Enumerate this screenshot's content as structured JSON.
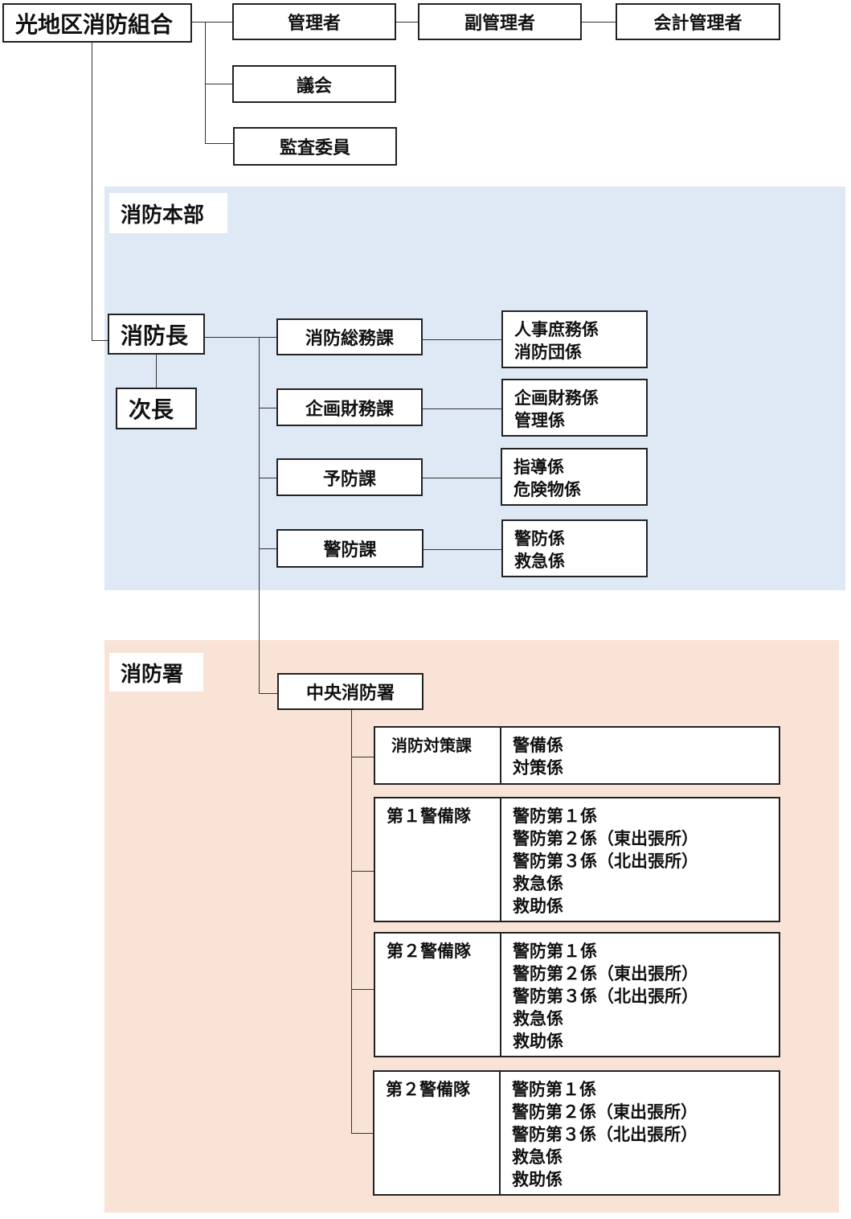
{
  "top": {
    "union": "光地区消防組合",
    "manager": "管理者",
    "vice_manager": "副管理者",
    "accountant": "会計管理者",
    "assembly": "議会",
    "auditor": "監査委員"
  },
  "hq": {
    "label": "消防本部",
    "chief": "消防長",
    "deputy": "次長",
    "divisions": [
      {
        "name": "消防総務課",
        "sections": [
          "人事庶務係",
          "消防団係"
        ]
      },
      {
        "name": "企画財務課",
        "sections": [
          "企画財務係",
          "管理係"
        ]
      },
      {
        "name": "予防課",
        "sections": [
          "指導係",
          "危険物係"
        ]
      },
      {
        "name": "警防課",
        "sections": [
          "警防係",
          "救急係"
        ]
      }
    ]
  },
  "station": {
    "label": "消防署",
    "name": "中央消防署",
    "units": [
      {
        "name": "消防対策課",
        "sections": [
          "警備係",
          "対策係"
        ]
      },
      {
        "name": "第１警備隊",
        "sections": [
          "警防第１係",
          "警防第２係（東出張所）",
          "警防第３係（北出張所）",
          "救急係",
          "救助係"
        ]
      },
      {
        "name": "第２警備隊",
        "sections": [
          "警防第１係",
          "警防第２係（東出張所）",
          "警防第３係（北出張所）",
          "救急係",
          "救助係"
        ]
      },
      {
        "name": "第２警備隊",
        "sections": [
          "警防第１係",
          "警防第２係（東出張所）",
          "警防第３係（北出張所）",
          "救急係",
          "救助係"
        ]
      }
    ]
  }
}
